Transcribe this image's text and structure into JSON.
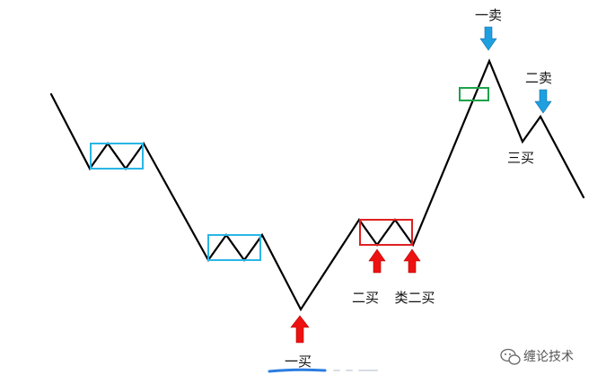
{
  "colors": {
    "line": "#000000",
    "box_blue": "#29b6e6",
    "box_red": "#e02020",
    "box_green": "#1aa34a",
    "arrow_red": "#ee1111",
    "arrow_blue": "#1e9fe0",
    "underline": "#2a7de1"
  },
  "labels": {
    "buy1": "一买",
    "buy2": "二买",
    "buy2_like": "类二买",
    "buy3": "三买",
    "sell1": "一卖",
    "sell2": "二卖"
  },
  "watermark": {
    "text": "缠论技术",
    "icon": "wechat-icon"
  },
  "icons": {
    "buy_arrow": "arrow-up-icon",
    "sell_arrow": "arrow-down-icon"
  }
}
